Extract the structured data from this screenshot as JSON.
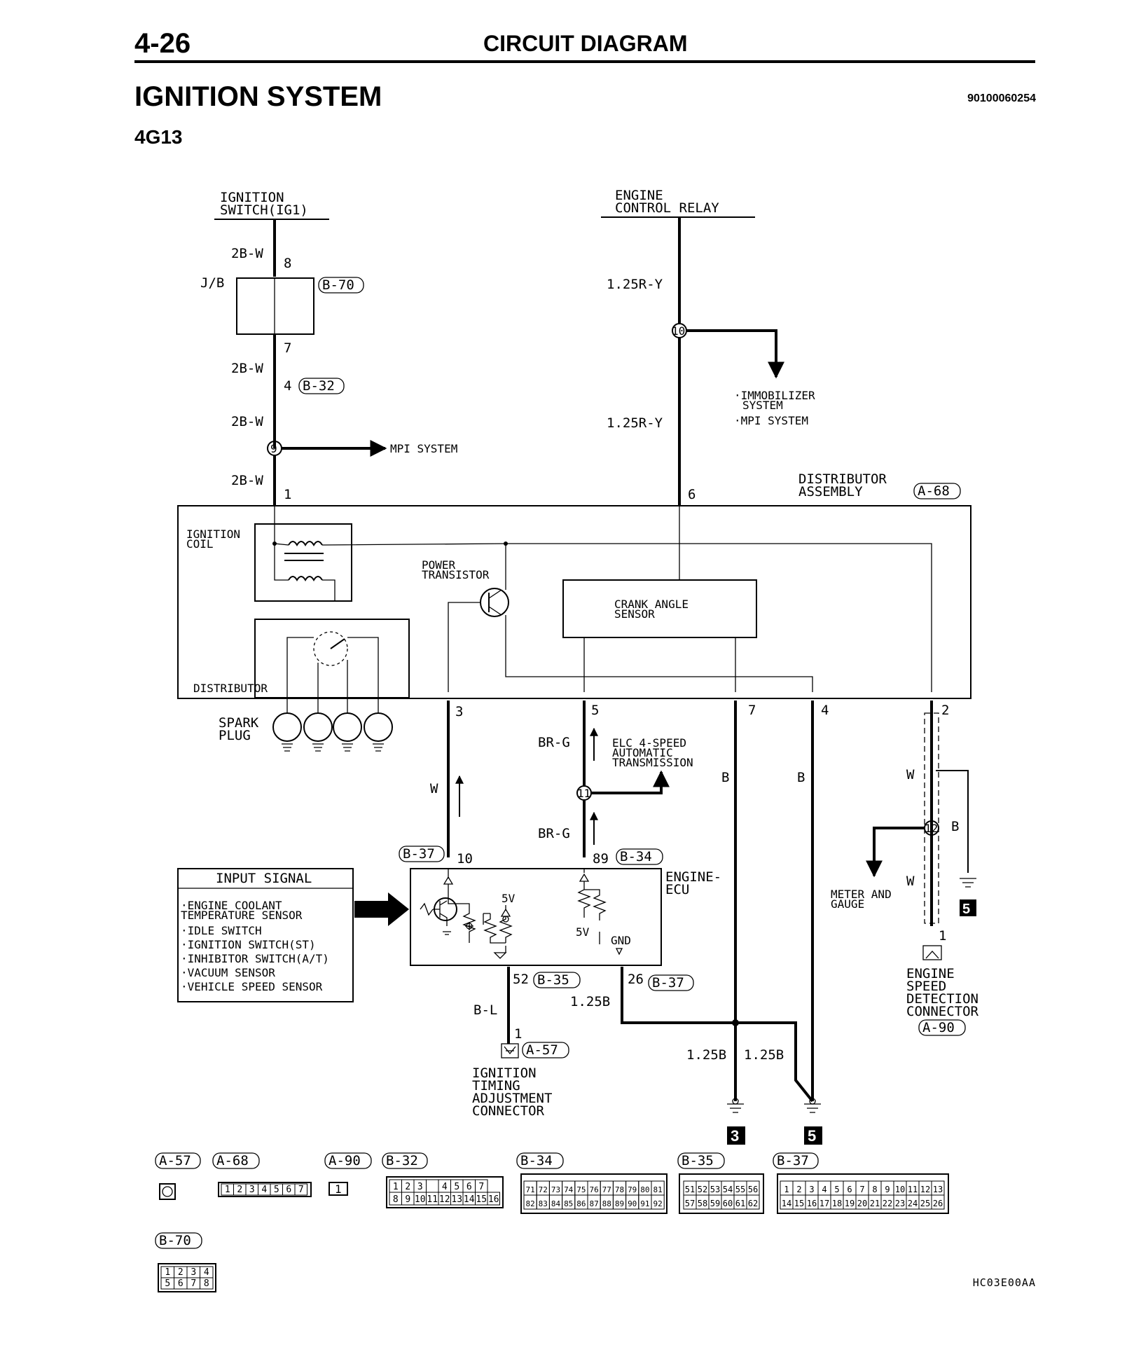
{
  "header": {
    "page_number": "4-26",
    "title": "CIRCUIT DIAGRAM",
    "section": "IGNITION SYSTEM",
    "doc_code": "90100060254",
    "engine": "4G13",
    "figure_code": "HC03E00AA"
  },
  "sources": {
    "ignition_switch_line1": "IGNITION",
    "ignition_switch_line2": "SWITCH(IG1)",
    "ecr_line1": "ENGINE",
    "ecr_line2": "CONTROL RELAY"
  },
  "jb": {
    "label": "J/B",
    "connector": "B-70",
    "pin_in": "8",
    "pin_out": "7"
  },
  "wires": {
    "w_2bw": "2B-W",
    "w_125ry": "1.25R-Y",
    "w_w": "W",
    "w_brg": "BR-G",
    "w_b": "B",
    "w_bl": "B-L",
    "w_125b": "1.25B"
  },
  "junctions": {
    "j9": "9",
    "j10": "10",
    "j11": "11",
    "j12": "12"
  },
  "branches": {
    "mpi": "MPI SYSTEM",
    "immob_line1": "·IMMOBILIZER",
    "immob_line2": "SYSTEM",
    "immob_line3": "·MPI SYSTEM",
    "elc_line1": "ELC 4-SPEED",
    "elc_line2": "AUTOMATIC",
    "elc_line3": "TRANSMISSION",
    "meter_line1": "METER AND",
    "meter_line2": "GAUGE"
  },
  "distributor_assembly": {
    "line1": "DISTRIBUTOR",
    "line2": "ASSEMBLY",
    "connector": "A-68",
    "ignition_coil_line1": "IGNITION",
    "ignition_coil_line2": "COIL",
    "power_transistor_line1": "POWER",
    "power_transistor_line2": "TRANSISTOR",
    "crank_angle_line1": "CRANK ANGLE",
    "crank_angle_line2": "SENSOR",
    "distributor": "DISTRIBUTOR",
    "spark_plug_line1": "SPARK",
    "spark_plug_line2": "PLUG"
  },
  "pins": {
    "p1": "1",
    "p6": "6",
    "p3": "3",
    "p5": "5",
    "p7": "7",
    "p4": "4",
    "p2": "2",
    "p4_b32": "4",
    "p10": "10",
    "p89": "89",
    "p52": "52",
    "p26": "26",
    "p1_a57": "1",
    "p1_a90": "1"
  },
  "connectors": {
    "b32": "B-32",
    "b37": "B-37",
    "b34": "B-34",
    "b35": "B-35",
    "a57": "A-57",
    "a90": "A-90",
    "a68": "A-68",
    "b70": "B-70"
  },
  "ecu": {
    "line1": "ENGINE-",
    "line2": "ECU",
    "v5a": "5V",
    "v5b": "5V",
    "gnd": "GND"
  },
  "input_signal": {
    "title": "INPUT SIGNAL",
    "items": [
      "·ENGINE COOLANT",
      " TEMPERATURE SENSOR",
      "·IDLE SWITCH",
      "·IGNITION SWITCH(ST)",
      "·INHIBITOR SWITCH(A/T)",
      "·VACUUM SENSOR",
      "·VEHICLE SPEED SENSOR"
    ]
  },
  "ignition_timing": {
    "line1": "IGNITION",
    "line2": "TIMING",
    "line3": "ADJUSTMENT",
    "line4": "CONNECTOR"
  },
  "engine_speed": {
    "line1": "ENGINE",
    "line2": "SPEED",
    "line3": "DETECTION",
    "line4": "CONNECTOR"
  },
  "grounds": {
    "g3": "3",
    "g5a": "5",
    "g5b": "5"
  },
  "legend": {
    "a57": "A-57",
    "a68": "A-68",
    "a68_pins": [
      "1",
      "2",
      "3",
      "4",
      "5",
      "6",
      "7"
    ],
    "a90": "A-90",
    "a90_pin": "1",
    "b32": "B-32",
    "b32_top": [
      "1",
      "2",
      "3",
      "",
      "4",
      "5",
      "6",
      "7"
    ],
    "b32_bot": [
      "8",
      "9",
      "10",
      "11",
      "12",
      "13",
      "14",
      "15",
      "16"
    ],
    "b34": "B-34",
    "b34_top": [
      "71",
      "72",
      "73",
      "74",
      "75",
      "76",
      "77",
      "78",
      "79",
      "80",
      "81"
    ],
    "b34_bot": [
      "82",
      "83",
      "84",
      "85",
      "86",
      "87",
      "88",
      "89",
      "90",
      "91",
      "92"
    ],
    "b35": "B-35",
    "b35_top": [
      "51",
      "52",
      "53",
      "54",
      "55",
      "56"
    ],
    "b35_bot": [
      "57",
      "58",
      "59",
      "60",
      "61",
      "62"
    ],
    "b37": "B-37",
    "b37_top": [
      "1",
      "2",
      "3",
      "4",
      "5",
      "6",
      "7",
      "8",
      "9",
      "10",
      "11",
      "12",
      "13"
    ],
    "b37_bot": [
      "14",
      "15",
      "16",
      "17",
      "18",
      "19",
      "20",
      "21",
      "22",
      "23",
      "24",
      "25",
      "26"
    ],
    "b70": "B-70",
    "b70_top": [
      "1",
      "2",
      "3",
      "4"
    ],
    "b70_bot": [
      "5",
      "6",
      "7",
      "8"
    ]
  }
}
